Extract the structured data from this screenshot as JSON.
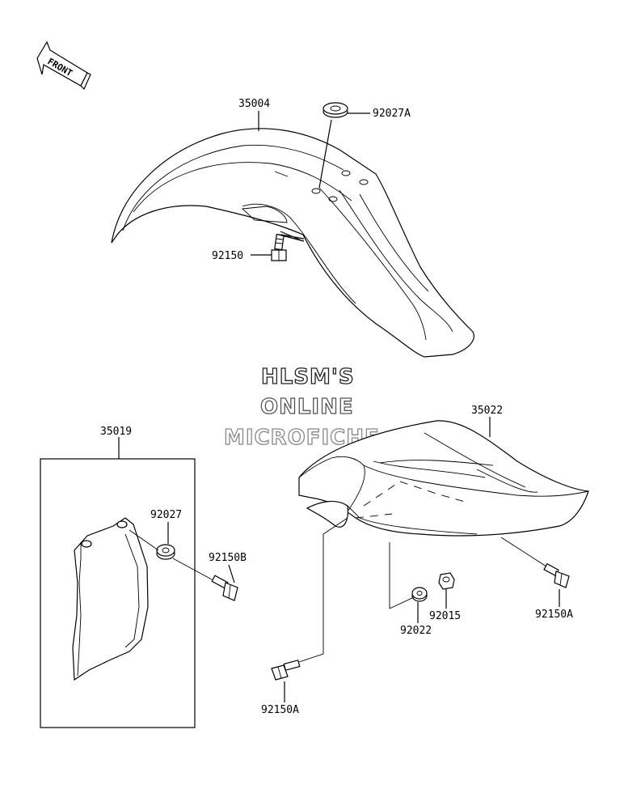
{
  "front_indicator": {
    "label": "FRONT"
  },
  "parts": {
    "front_fender": "35004",
    "grommet": "92027A",
    "front_fender_bolt": "92150",
    "fork_guard": "35019",
    "fork_guard_washer": "92027",
    "fork_guard_bolt": "92150B",
    "rear_fender": "35022",
    "rear_bolt_right": "92150A",
    "nut": "92015",
    "washer": "92022",
    "rear_bolt_left": "92150A"
  },
  "watermark": {
    "line1": "HLSM'S",
    "line2": "ONLINE",
    "line3": "MICROFICHE",
    "colors": [
      "#222222",
      "#555555",
      "#888888"
    ]
  }
}
